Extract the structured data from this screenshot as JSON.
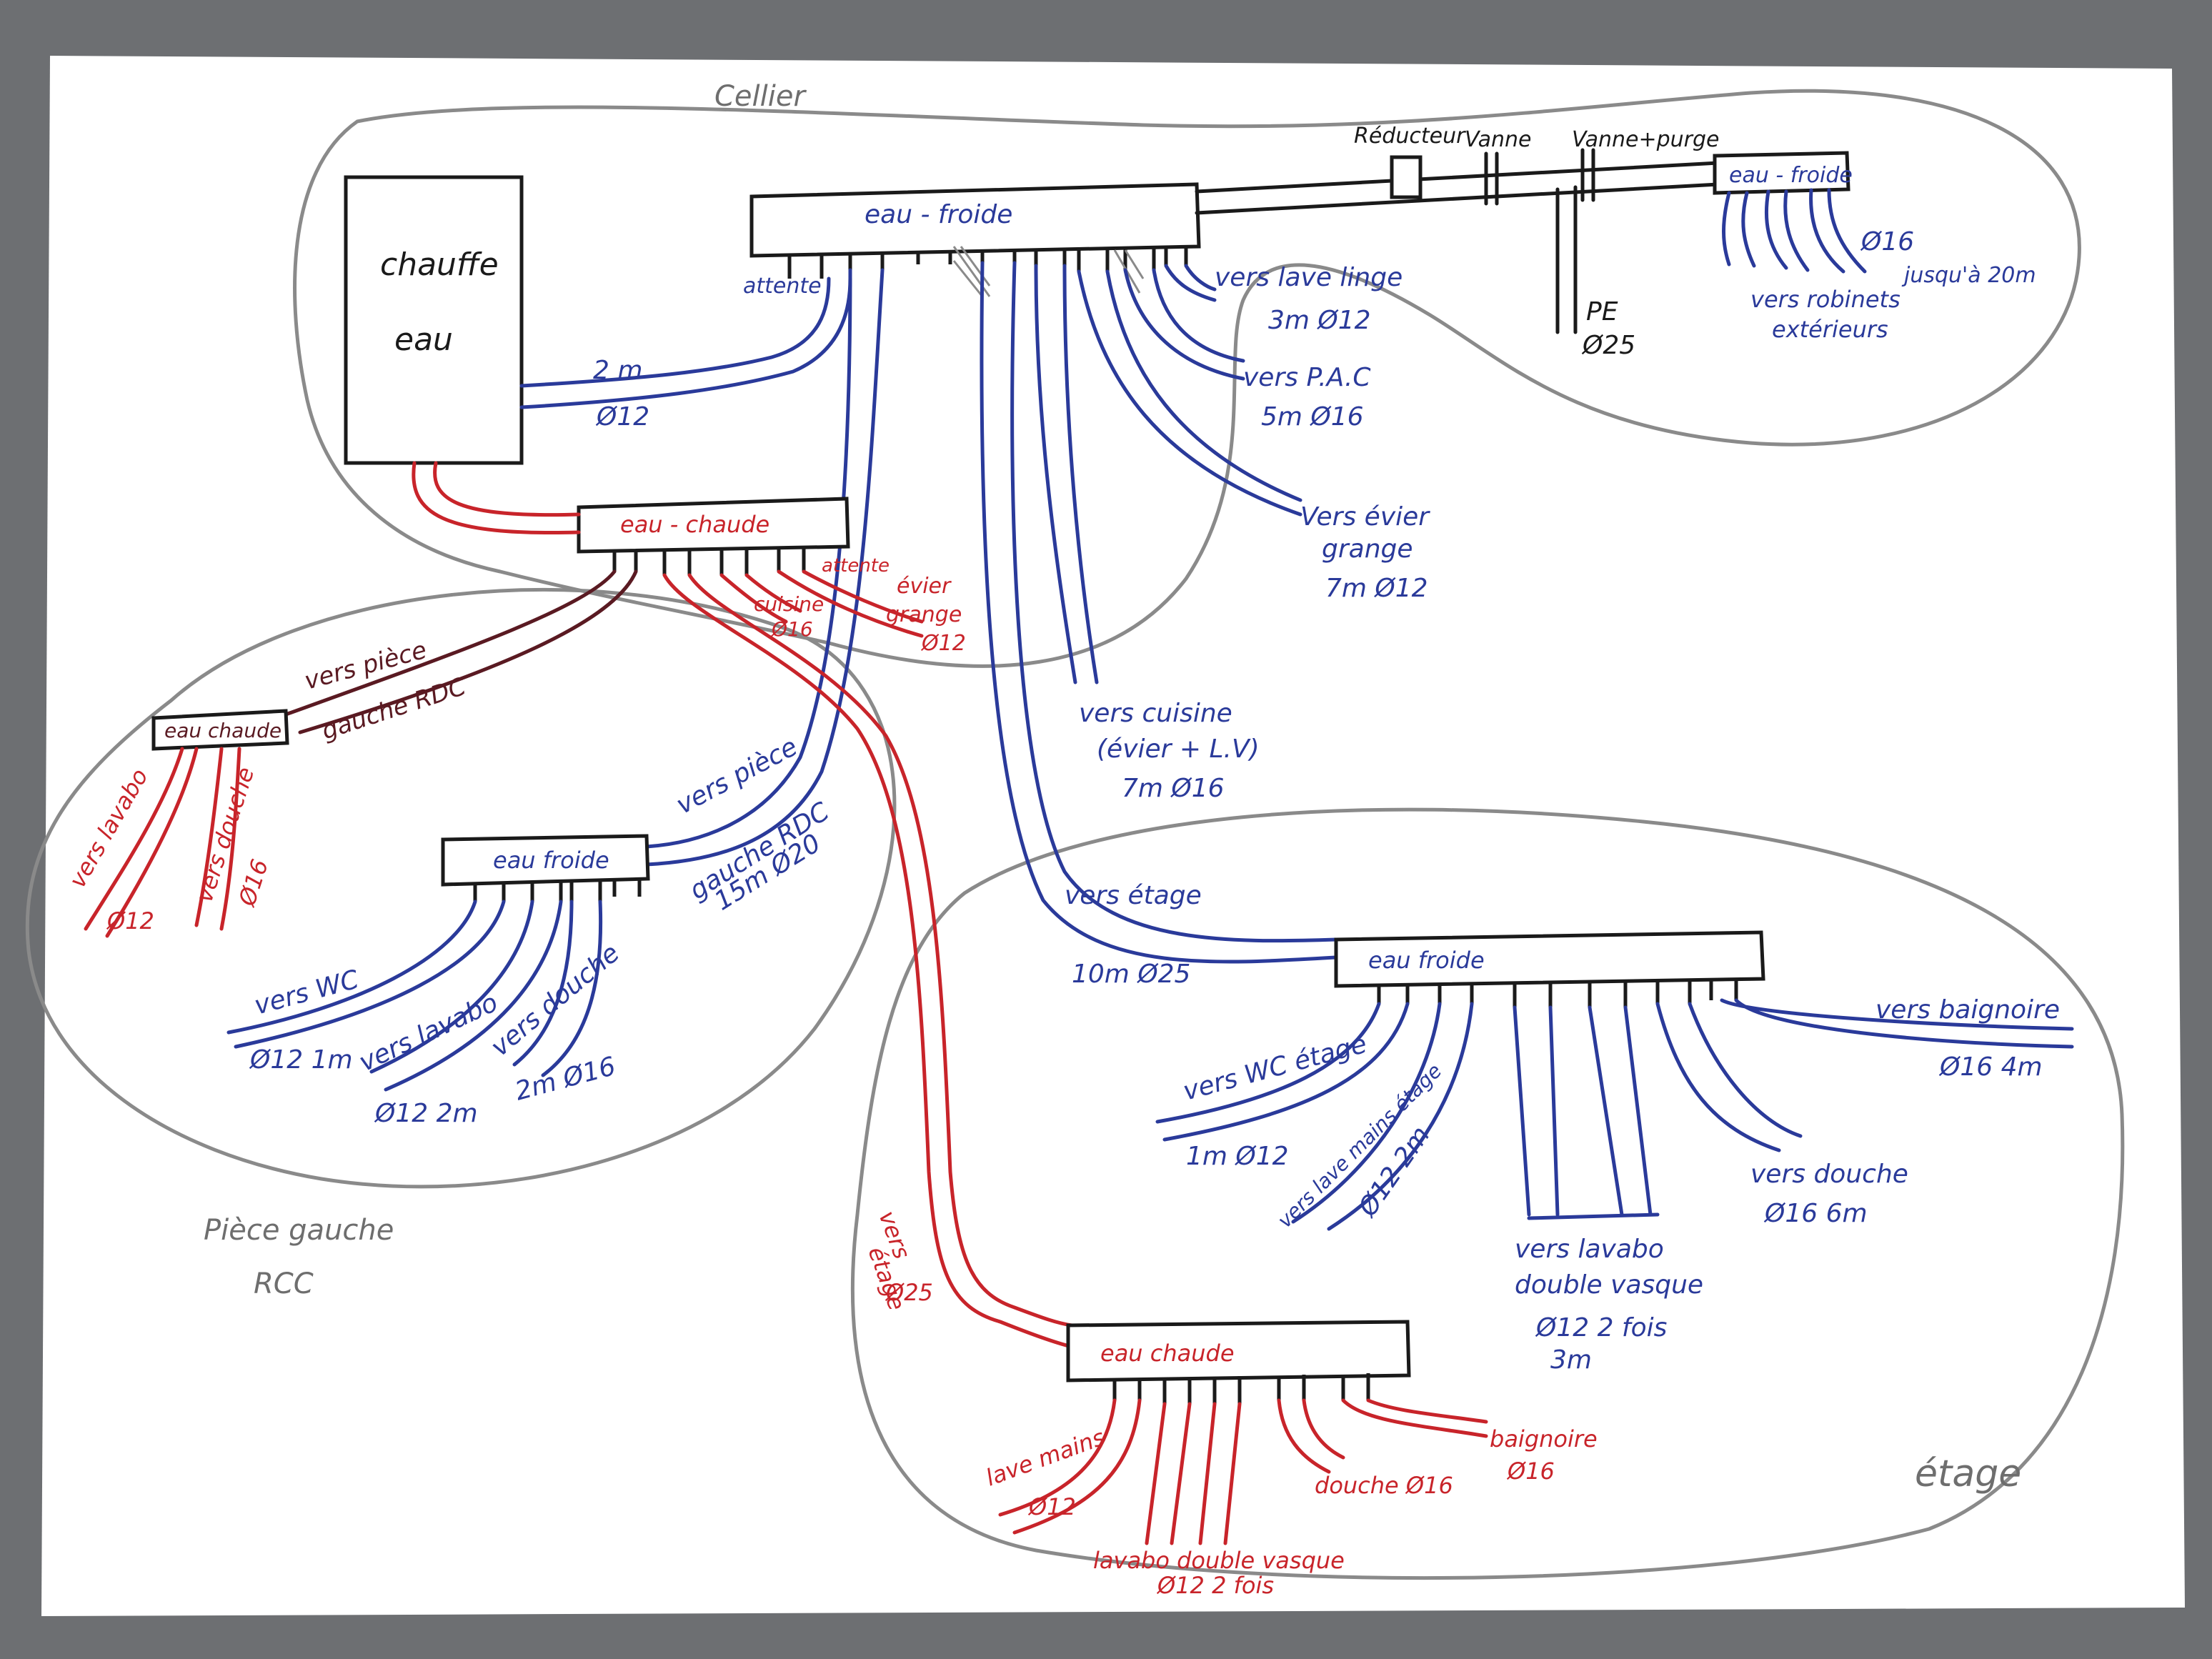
{
  "zones": {
    "cellier": "Cellier",
    "piece_gauche": "Pièce gauche",
    "piece_gauche_2": "RCC",
    "etage": "étage"
  },
  "boiler": {
    "line1": "chauffe",
    "line2": "eau"
  },
  "manifolds": {
    "main_cold": "eau - froide",
    "main_hot": "eau - chaude",
    "outdoor_cold": "eau - froide",
    "left_hot": "eau chaude",
    "left_cold": "eau froide",
    "floor_cold": "eau froide",
    "floor_hot": "eau chaude"
  },
  "cellier_labels": {
    "boiler_pipe_1": "2 m",
    "boiler_pipe_2": "Ø12",
    "attente_cold": "attente",
    "lave_linge_1": "vers lave linge",
    "lave_linge_2": "3m Ø12",
    "pac_1": "vers P.A.C",
    "pac_2": "5m Ø16",
    "evier_grange_1": "Vers évier",
    "evier_grange_2": "grange",
    "evier_grange_3": "7m Ø12",
    "cuisine_1": "vers cuisine",
    "cuisine_2": "(évier + L.V)",
    "cuisine_3": "7m Ø16",
    "reducteur": "Réducteur",
    "vanne": "Vanne",
    "vanne_purge": "Vanne+purge",
    "pe_1": "PE",
    "pe_2": "Ø25",
    "robinets_size": "Ø16",
    "robinets_len": "jusqu'à 20m",
    "robinets_1": "vers robinets",
    "robinets_2": "extérieurs",
    "hot_cuisine_1": "cuisine",
    "hot_cuisine_2": "Ø16",
    "hot_attente": "attente",
    "hot_evier_1": "évier",
    "hot_evier_2": "grange",
    "hot_evier_3": "Ø12"
  },
  "left_labels": {
    "hot_feed_1": "vers pièce",
    "hot_feed_2": "gauche RDC",
    "lavabo_hot_1": "vers lavabo",
    "lavabo_hot_2": "Ø12",
    "douche_hot_1": "vers douche",
    "douche_hot_2": "Ø16",
    "cold_feed_1": "vers pièce",
    "cold_feed_2": "gauche RDC",
    "cold_feed_3": "15m Ø20",
    "wc_1": "vers WC",
    "wc_2": "Ø12 1m",
    "lavabo_cold_1": "vers lavabo",
    "lavabo_cold_2": "Ø12 2m",
    "douche_cold_1": "vers douche",
    "douche_cold_2": "2m Ø16"
  },
  "floor_labels": {
    "feed_1": "vers étage",
    "feed_2": "10m Ø25",
    "baignoire_1": "vers baignoire",
    "baignoire_2": "Ø16 4m",
    "wc_1": "vers WC étage",
    "wc_2": "1m Ø12",
    "lave_mains_1": "vers lave mains étage",
    "lave_mains_2": "Ø12 2m",
    "lavabo_1": "vers lavabo",
    "lavabo_2": "double vasque",
    "lavabo_3": "Ø12 2 fois",
    "lavabo_4": "3m",
    "douche_1": "vers douche",
    "douche_2": "Ø16 6m",
    "hot_feed_1": "vers",
    "hot_feed_2": "étage",
    "hot_feed_3": "Ø25",
    "hot_lave_mains_1": "lave mains",
    "hot_lave_mains_2": "Ø12",
    "hot_lavabo_1": "lavabo double vasque",
    "hot_lavabo_2": "Ø12 2 fois",
    "hot_douche": "douche Ø16",
    "hot_baignoire_1": "baignoire",
    "hot_baignoire_2": "Ø16"
  },
  "colors": {
    "paper": "#ffffff",
    "background": "#6d6f72",
    "cold_ink": "#2a3a9a",
    "hot_ink": "#c8242a",
    "dark_red_ink": "#5a1a22",
    "black_ink": "#1a1a1a",
    "pencil": "#8a8a8a"
  }
}
